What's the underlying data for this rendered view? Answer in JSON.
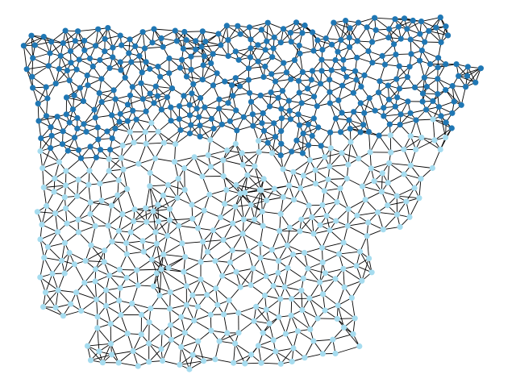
{
  "diagram": {
    "type": "network-graph",
    "clusters": [
      {
        "name": "north",
        "color": "#1f77b4"
      },
      {
        "name": "south",
        "color": "#a6dcef"
      }
    ],
    "edge_color": "#000000",
    "background": "#ffffff"
  }
}
